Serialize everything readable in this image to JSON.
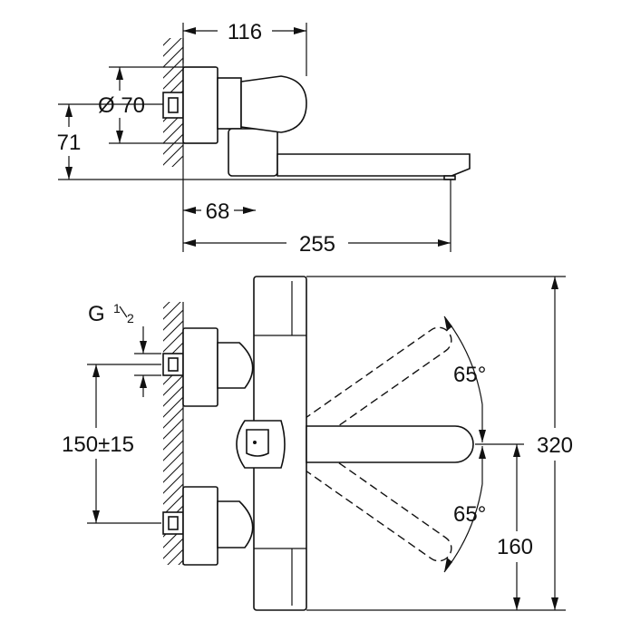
{
  "dimensions": {
    "top_width": "116",
    "diameter": "Ø 70",
    "height": "71",
    "offset": "68",
    "spout_length": "255",
    "thread_main": "G",
    "thread_num": "1",
    "thread_den": "2",
    "centers": "150±15",
    "angle_upper": "65°",
    "angle_lower": "65°",
    "total_height": "320",
    "spout_height": "160"
  }
}
